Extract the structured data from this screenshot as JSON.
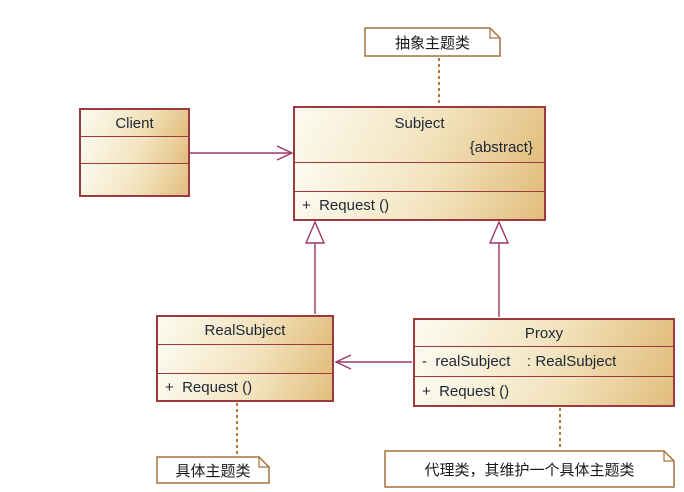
{
  "colors": {
    "class_border": "#9d3a3f",
    "class_fill_light": "#fdfbf1",
    "class_fill_mid": "#f2e3bd",
    "class_fill_dark": "#e2bd7c",
    "connector_line": "#9d3768",
    "note_border": "#a5713d",
    "note_fill": "#ffffff",
    "note_link_line": "#b5793a",
    "class_text": "#1d2633",
    "note_text": "#1a1a1a"
  },
  "classes": {
    "client": {
      "name": "Client"
    },
    "subject": {
      "name": "Subject",
      "stereotype": "{abstract}",
      "operation": "+  Request ()"
    },
    "realsubject": {
      "name": "RealSubject",
      "operation": "+  Request ()"
    },
    "proxy": {
      "name": "Proxy",
      "attribute": "-  realSubject    : RealSubject",
      "operation": "+  Request ()"
    }
  },
  "notes": {
    "abstract_subject": {
      "text": "抽象主题类"
    },
    "concrete_subject": {
      "text": "具体主题类"
    },
    "proxy_description": {
      "text": "代理类，其维护一个具体主题类"
    }
  },
  "relationships": [
    {
      "type": "association",
      "from": "Client",
      "to": "Subject"
    },
    {
      "type": "generalization",
      "from": "RealSubject",
      "to": "Subject"
    },
    {
      "type": "generalization",
      "from": "Proxy",
      "to": "Subject"
    },
    {
      "type": "association",
      "from": "Proxy",
      "to": "RealSubject"
    }
  ]
}
